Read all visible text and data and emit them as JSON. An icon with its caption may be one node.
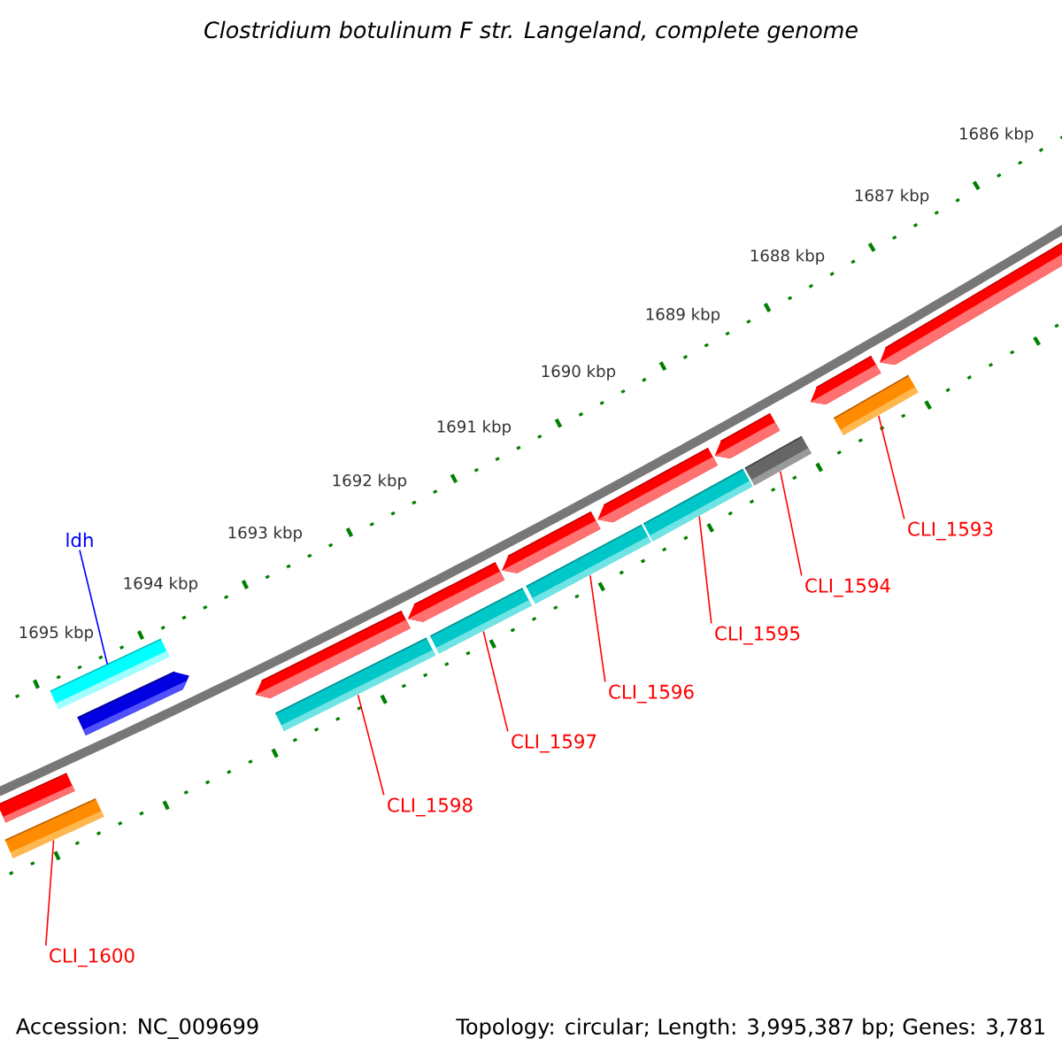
{
  "diagram": {
    "title": "Clostridium botulinum F str. Langeland, complete genome",
    "nodes": [
      {
        "text": [
          "ldh"
        ]
      },
      {
        "text": [
          "CLI_1593"
        ]
      },
      {
        "text": [
          "CLI_1594"
        ]
      },
      {
        "text": [
          "CLI_1595"
        ]
      },
      {
        "text": [
          "CLI_1596"
        ]
      },
      {
        "text": [
          "CLI_1597"
        ]
      },
      {
        "text": [
          "CLI_1598"
        ]
      },
      {
        "text": [
          "CLI_1600"
        ]
      },
      {
        "text": [],
        "shape": "bar"
      },
      {
        "text": [],
        "shape": "bar"
      },
      {
        "text": [],
        "shape": "bar"
      },
      {
        "text": [],
        "shape": "bar"
      },
      {
        "text": [],
        "shape": "bar"
      },
      {
        "text": [],
        "shape": "bar"
      },
      {
        "text": [],
        "shape": "bar"
      },
      {
        "text": [],
        "shape": "bar"
      },
      {
        "text": [],
        "shape": "bar"
      },
      {
        "text": [],
        "shape": "bar"
      },
      {
        "text": [],
        "shape": "bar"
      },
      {
        "text": [],
        "shape": "bar"
      },
      {
        "text": [],
        "shape": "bar"
      },
      {
        "text": [],
        "shape": "bar"
      },
      {
        "text": [],
        "shape": "bar"
      },
      {
        "text": [],
        "shape": "bar"
      },
      {
        "text": [],
        "shape": "bar"
      }
    ],
    "edges": [
      {
        "from": 0,
        "to": 10,
        "arrow": "none",
        "color": "#0000ff"
      },
      {
        "from": 1,
        "to": 23,
        "arrow": "none"
      },
      {
        "from": 2,
        "to": 21,
        "arrow": "none"
      },
      {
        "from": 3,
        "to": 19,
        "arrow": "none"
      },
      {
        "from": 4,
        "to": 17,
        "arrow": "none"
      },
      {
        "from": 5,
        "to": 15,
        "arrow": "none"
      },
      {
        "from": 6,
        "to": 13,
        "arrow": "none"
      },
      {
        "from": 7,
        "to": 9,
        "arrow": "none"
      }
    ],
    "labels": [
      "1686 kbp",
      "1687 kbp",
      "1688 kbp",
      "1689 kbp",
      "1690 kbp",
      "1691 kbp",
      "1692 kbp",
      "1693 kbp",
      "1694 kbp",
      "1695 kbp",
      "Accession: NC_009699",
      "Topology: circular; Length: 3,995,387 bp; Genes: 3,781"
    ]
  }
}
